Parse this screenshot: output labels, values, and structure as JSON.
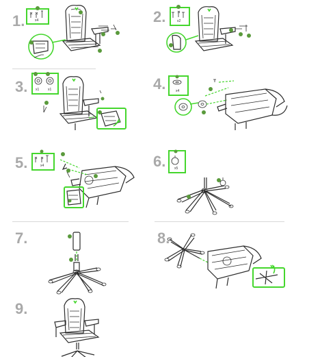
{
  "steps": [
    {
      "number": "1.",
      "qty": "x4"
    },
    {
      "number": "2.",
      "qty": "x2"
    },
    {
      "number": "3.",
      "qty_a": "x1",
      "qty_b": "x1"
    },
    {
      "number": "4.",
      "qty": "x4"
    },
    {
      "number": "5.",
      "qty": "x4"
    },
    {
      "number": "6.",
      "qty": "x5"
    },
    {
      "number": "7."
    },
    {
      "number": "8."
    },
    {
      "number": "9."
    }
  ],
  "colors": {
    "accent": "#44d62c",
    "step_number": "#a9a9a9",
    "line": "#2b2b2b"
  }
}
